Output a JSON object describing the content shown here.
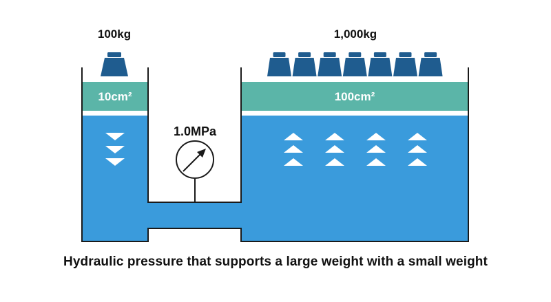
{
  "diagram": {
    "left_weight_label": "100kg",
    "right_weight_label": "1,000kg",
    "left_piston_area": "10cm²",
    "right_piston_area": "100cm²",
    "gauge_label": "1.0MPa",
    "caption": "Hydraulic pressure that supports a large weight with a small weight",
    "right_weight_count": 7,
    "colors": {
      "fluid": "#3a9bdc",
      "piston": "#5bb5a8",
      "weight": "#1f5c8f",
      "walls": "#1a1a1a",
      "arrows": "#ffffff",
      "text": "#111111"
    },
    "icons": {
      "left_flow_arrows": "triangle-down-icon",
      "right_flow_arrows": "triangle-up-icon",
      "gauge": "pressure-gauge-icon",
      "weight": "weight-block-icon"
    }
  }
}
